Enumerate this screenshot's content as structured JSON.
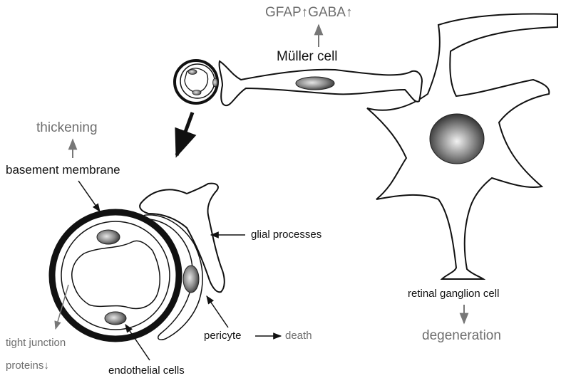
{
  "labels": {
    "gfap_gaba": "GFAP↑GABA↑",
    "muller_cell": "Müller cell",
    "thickening": "thickening",
    "basement_membrane": "basement membrane",
    "glial_processes": "glial processes",
    "retinal_ganglion_cell": "retinal ganglion cell",
    "degeneration": "degeneration",
    "pericyte": "pericyte",
    "death": "death",
    "tight_junction": "tight junction",
    "proteins": "proteins↓",
    "endothelial_cells": "endothelial cells"
  },
  "colors": {
    "ink": "#111111",
    "effect_text": "#6e6e6e",
    "nucleus_dark": "#2a2a2a",
    "nucleus_light": "#e6e6e6"
  }
}
